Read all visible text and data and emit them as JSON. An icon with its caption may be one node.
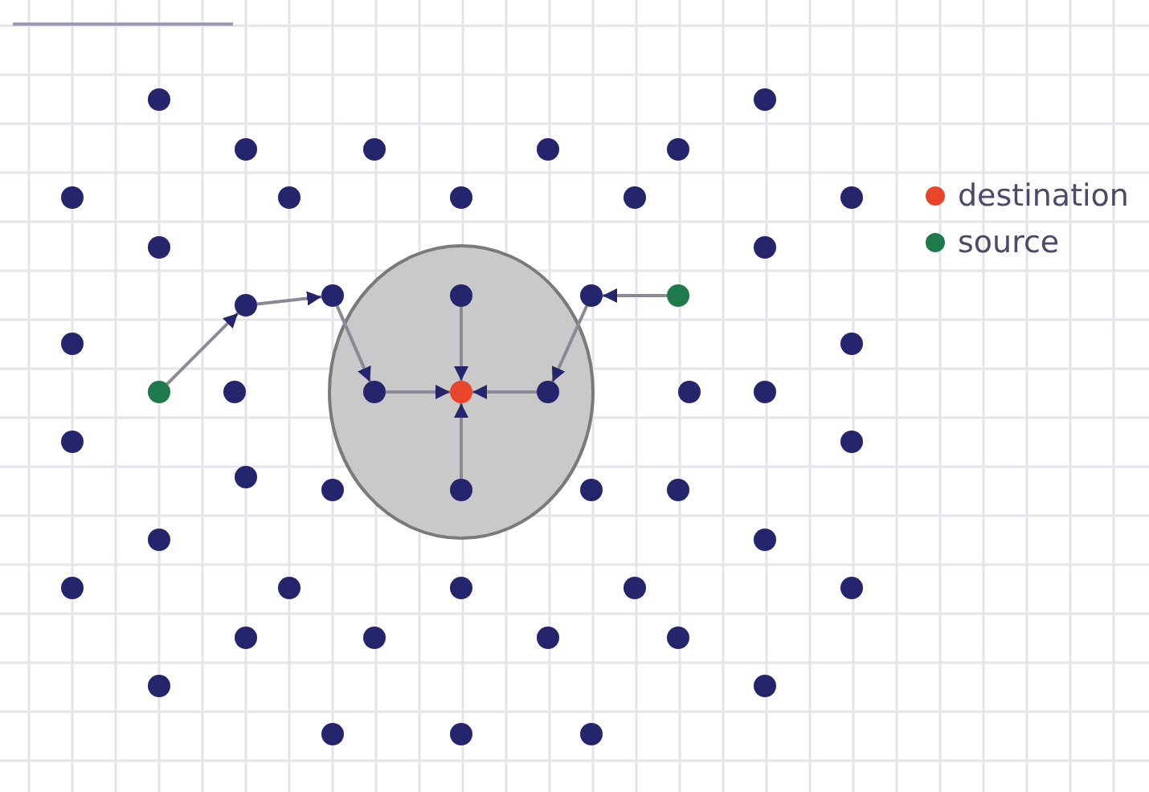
{
  "diagram": {
    "nodes": [
      {
        "text": [],
        "shape": "circle"
      },
      {
        "text": [],
        "shape": "circle"
      },
      {
        "text": [],
        "shape": "circle"
      },
      {
        "text": [],
        "shape": "circle"
      },
      {
        "text": [],
        "shape": "circle"
      },
      {
        "text": [],
        "shape": "circle"
      },
      {
        "text": [],
        "shape": "circle"
      },
      {
        "text": [],
        "shape": "circle"
      },
      {
        "text": [],
        "shape": "circle"
      },
      {
        "text": [],
        "shape": "circle"
      }
    ],
    "edges": [
      {
        "from": 5,
        "to": 0,
        "arrow": "to"
      },
      {
        "from": 0,
        "to": 1,
        "arrow": "to"
      },
      {
        "from": 1,
        "to": 6,
        "arrow": "to"
      },
      {
        "from": 6,
        "to": 7,
        "arrow": "to"
      },
      {
        "from": 2,
        "to": 7,
        "arrow": "to"
      },
      {
        "from": 9,
        "to": 7,
        "arrow": "to"
      },
      {
        "from": 8,
        "to": 7,
        "arrow": "to"
      },
      {
        "from": 4,
        "to": 3,
        "arrow": "to"
      },
      {
        "from": 3,
        "to": 8,
        "arrow": "to"
      }
    ],
    "legend": [
      {
        "text": "destination",
        "color": "#e8452a"
      },
      {
        "text": "source",
        "color": "#1e7a4a"
      }
    ]
  }
}
